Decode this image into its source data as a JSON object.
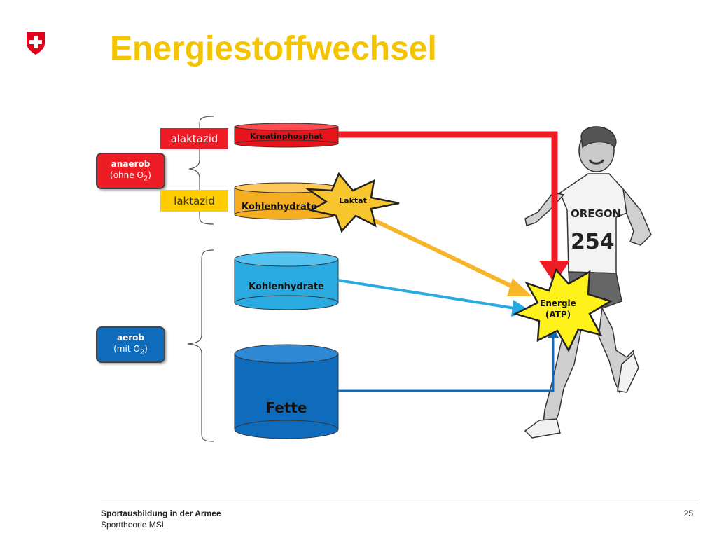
{
  "header": {
    "title": "Energiestoffwechsel"
  },
  "diagram": {
    "categories": {
      "anaerob_title": "anaerob",
      "anaerob_sub": "(ohne O",
      "aerob_title": "aerob",
      "aerob_sub": "(mit O",
      "oxygen_subscript": "2",
      "closing_paren": ")"
    },
    "pathways": {
      "alaktazid": "alaktazid",
      "laktazid": "laktazid"
    },
    "stores": {
      "kreatinphosphat": "Kreatinphosphat",
      "kohlenhydrate_anaerob": "Kohlenhydrate",
      "kohlenhydrate_aerob": "Kohlenhydrate",
      "fette": "Fette"
    },
    "products": {
      "laktat": "Laktat",
      "energie_line1": "Energie",
      "energie_line2": "(ATP)"
    },
    "colors": {
      "red": "#ee1c25",
      "yellow": "#f7b52a",
      "light_blue": "#29abe2",
      "dark_blue": "#0f6cbd",
      "burst": "#fff21a",
      "title": "#f5c400"
    }
  },
  "footer": {
    "org": "Sportausbildung in der Armee",
    "subtitle": "Sporttheorie MSL",
    "page": "25"
  }
}
